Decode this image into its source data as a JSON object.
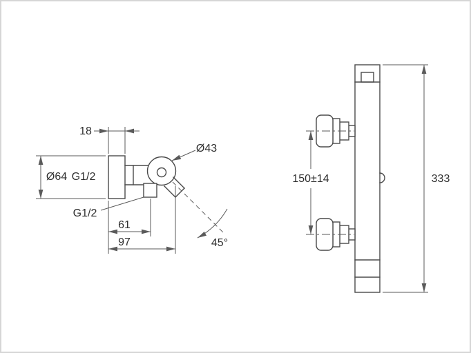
{
  "drawing": {
    "side_view": {
      "dim_wall_depth": "18",
      "dim_flange_diameter": "Ø64",
      "label_inlet_thread": "G1/2",
      "dim_body_diameter": "Ø43",
      "label_outlet_thread": "G1/2",
      "dim_outlet_offset": "61",
      "dim_total_depth": "97",
      "dim_outlet_angle": "45°"
    },
    "front_view": {
      "dim_inlet_spacing": "150±14",
      "dim_total_height": "333"
    },
    "colors": {
      "object_line": "#4a4a4a",
      "dimension_line": "#5a5a5a",
      "text": "#2f2f2f",
      "frame_border": "#d6d6d6",
      "background": "#ffffff"
    }
  }
}
